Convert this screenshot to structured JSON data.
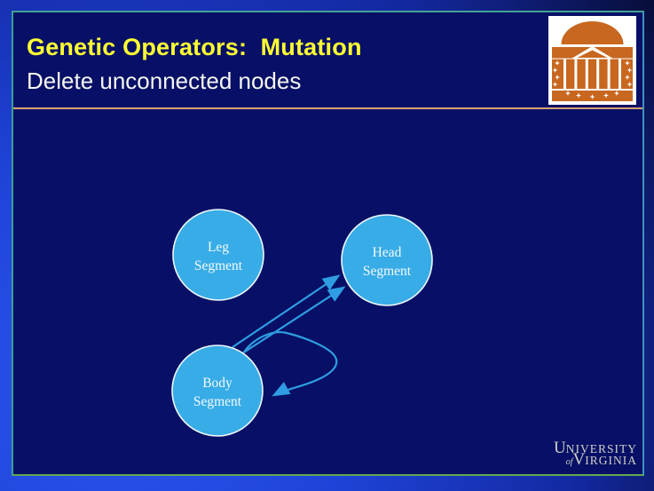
{
  "slide": {
    "title": "Genetic Operators:  Mutation",
    "subtitle": "Delete unconnected nodes",
    "colors": {
      "title": "#ffff33",
      "subtitle": "#f6f6f0",
      "panel_background": "#071066",
      "outer_background": "#1e42d6",
      "header_rule": "#d9a272",
      "border_teal": "#42a295",
      "border_green": "#63a851",
      "node_fill": "#38ace6",
      "node_stroke": "#eef6fb",
      "arrow": "#2f9de2",
      "logo_orange": "#c8671f"
    }
  },
  "diagram": {
    "nodes": [
      {
        "id": "leg-segment",
        "label_line1": "Leg",
        "label_line2": "Segment"
      },
      {
        "id": "head-segment",
        "label_line1": "Head",
        "label_line2": "Segment"
      },
      {
        "id": "body-segment",
        "label_line1": "Body",
        "label_line2": "Segment"
      }
    ],
    "edges": [
      {
        "from": "body-segment",
        "to": "head-segment",
        "style": "straight-arrow"
      },
      {
        "from": "body-segment",
        "to": "head-segment",
        "style": "straight-arrow"
      },
      {
        "from": "body-segment",
        "to": "body-segment",
        "style": "self-loop-arrow"
      }
    ]
  },
  "logo": {
    "name": "uva-rotunda-logo"
  },
  "footer": {
    "wordmark_line1_initial": "U",
    "wordmark_line1_rest": "NIVERSITY",
    "wordmark_of": "of",
    "wordmark_line2_initial": "V",
    "wordmark_line2_rest": "IRGINIA"
  }
}
